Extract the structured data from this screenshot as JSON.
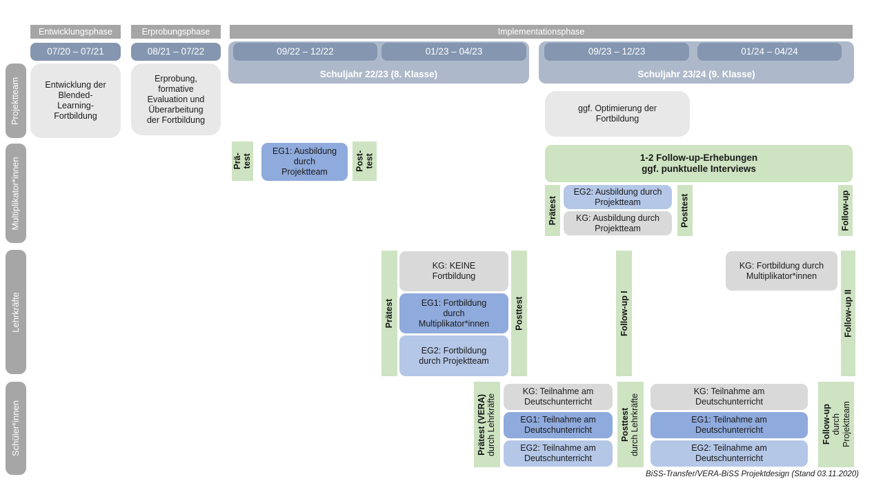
{
  "phases": {
    "p1": {
      "label": "Entwicklungsphase",
      "date": "07/20 – 07/21"
    },
    "p2": {
      "label": "Erprobungsphase",
      "date": "08/21 – 07/22"
    },
    "p3": {
      "label": "Implementationsphase",
      "sj1": {
        "label": "Schuljahr 22/23 (8. Klasse)",
        "d1": "09/22 – 12/22",
        "d2": "01/23 – 04/23"
      },
      "sj2": {
        "label": "Schuljahr 23/24 (9. Klasse)",
        "d1": "09/23 – 12/23",
        "d2": "01/24 – 04/24"
      }
    }
  },
  "row_labels": {
    "r1": "Projektteam",
    "r2": "Multiplikator*innen",
    "r3": "Lehrkräfte",
    "r4": "Schüler*innen"
  },
  "projektteam": {
    "entwicklung": "Entwicklung der\nBlended-\nLearning-\nFortbildung",
    "erprobung": "Erprobung,\nformative\nEvaluation und\nÜberarbeitung\nder Fortbildung",
    "optimierung": "ggf. Optimierung der\nFortbildung"
  },
  "multiplikator": {
    "praetest1_l1": "Prä-",
    "praetest1_l2": "test",
    "eg1": "EG1: Ausbildung\ndurch\nProjektteam",
    "posttest1_l1": "Post-",
    "posttest1_l2": "test",
    "followup_info": "1-2 Follow-up-Erhebungen\nggf. punktuelle Interviews",
    "praetest2": "Prätest",
    "eg2": "EG2: Ausbildung durch\nProjektteam",
    "kg": "KG: Ausbildung durch\nProjektteam",
    "posttest2": "Posttest",
    "followup": "Follow-up"
  },
  "lehrkraefte": {
    "praetest": "Prätest",
    "kg_keine": "KG: KEINE\nFortbildung",
    "eg1": "EG1: Fortbildung\ndurch\nMultiplikator*innen",
    "eg2": "EG2: Fortbildung\ndurch Projektteam",
    "posttest": "Posttest",
    "followup1": "Follow-up I",
    "kg_fortbildung": "KG: Fortbildung durch\nMultiplikator*innen",
    "followup2": "Follow-up II"
  },
  "schueler": {
    "praetest": "Prätest (VERA)",
    "praetest_sub": "durch Lehrkräfte",
    "kg": "KG: Teilnahme am\nDeutschunterricht",
    "eg1": "EG1: Teilnahme am\nDeutschunterricht",
    "eg2": "EG2: Teilnahme am\nDeutschunterricht",
    "posttest": "Posttest",
    "posttest_sub": "durch Lehrkräfte",
    "followup": "Follow-up",
    "followup_sub1": "durch",
    "followup_sub2": "Projektteam"
  },
  "footer": "BiSS-Transfer/VERA-BiSS Projektdesign (Stand 03.11.2020)",
  "colors": {
    "phase_bar": "#A6A6A6",
    "date_bar": "#8496B0",
    "schuljahr_bar": "#ADB9CA",
    "row_label": "#A6A6A6",
    "box_light_gray": "#E9E8E8",
    "box_kg_gray": "#D9D9D9",
    "box_eg1_blue": "#8FAADC",
    "box_eg2_blue": "#B4C7E7",
    "box_green": "#CDE3C1"
  }
}
